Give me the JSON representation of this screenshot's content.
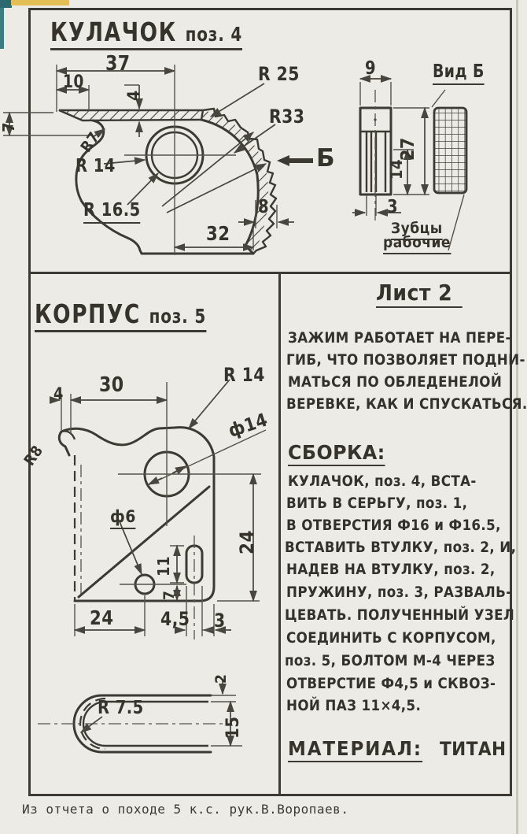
{
  "cam": {
    "title": "КУЛАЧОК",
    "title_pos": "поз. 4",
    "dim_width_total": "37",
    "dim_width_left": "10",
    "dim_plate_thickness": "4",
    "dim_left_height": "7",
    "radius_fillet": "R7",
    "radius_left_lobe": "R 14",
    "radius_bore": "R 16.5",
    "radius_tooth_arc_1": "R 25",
    "radius_tooth_arc_2": "R33",
    "dim_tooth_band": "8",
    "dim_width_bottom": "32",
    "section_arrow": "Б",
    "side_view": {
      "dim_width": "9",
      "dim_height": "27",
      "dim_slot_height": "14",
      "dim_slot_width": "3"
    },
    "view_b": {
      "label": "Вид Б",
      "note_line1": "Зубцы",
      "note_line2": "рабочие"
    }
  },
  "korpus": {
    "title": "КОРПУС",
    "title_pos": "поз. 5",
    "dim_top_width": "30",
    "dim_offset": "4",
    "radius_hook": "R8",
    "radius_corner": "R 14",
    "dia_hole": "ф14",
    "dia_small_hole": "ф6",
    "dim_slot_len": "11",
    "dim_hole_bottom": "7",
    "dim_right_height": "24",
    "dim_bottom_left": "24",
    "dim_slot_width": "4,5",
    "dim_bottom_right": "3",
    "u_view": {
      "radius_bend": "R 7.5",
      "dim_thickness": "2",
      "dim_gap": "15"
    }
  },
  "sheet": {
    "label": "Лист 2"
  },
  "description_lines": [
    "ЗАЖИМ РАБОТАЕТ НА ПЕРЕ-",
    "ГИБ, ЧТО ПОЗВОЛЯЕТ ПОДНИ-",
    "МАТЬСЯ ПО ОБЛЕДЕНЕЛОЙ",
    "ВЕРЕВКЕ, КАК И СПУСКАТЬСЯ."
  ],
  "assembly": {
    "heading": "СБОРКА:",
    "lines": [
      "КУЛАЧОК, поз. 4, ВСТА-",
      "ВИТЬ В СЕРЬГУ, поз. 1,",
      "В ОТВЕРСТИЯ Ф16 и Ф16.5,",
      "ВСТАВИТЬ ВТУЛКУ, поз. 2, И,",
      "НАДЕВ НА ВТУЛКУ, поз. 2,",
      "ПРУЖИНУ, поз. 3, РАЗВАЛЬ-",
      "ЦЕВАТЬ. ПОЛУЧЕННЫЙ УЗЕЛ",
      "СОЕДИНИТЬ С КОРПУСОМ,",
      "поз. 5, БОЛТОМ М-4 ЧЕРЕЗ",
      "ОТВЕРСТИЕ Ф4,5 и СКВОЗ-",
      "НОЙ ПАЗ 11×4,5."
    ]
  },
  "material": {
    "label": "МАТЕРИАЛ:",
    "value": "ТИТАН"
  },
  "footer": {
    "caption": "Из отчета о походе 5 к.с.  рук.В.Воропаев."
  }
}
